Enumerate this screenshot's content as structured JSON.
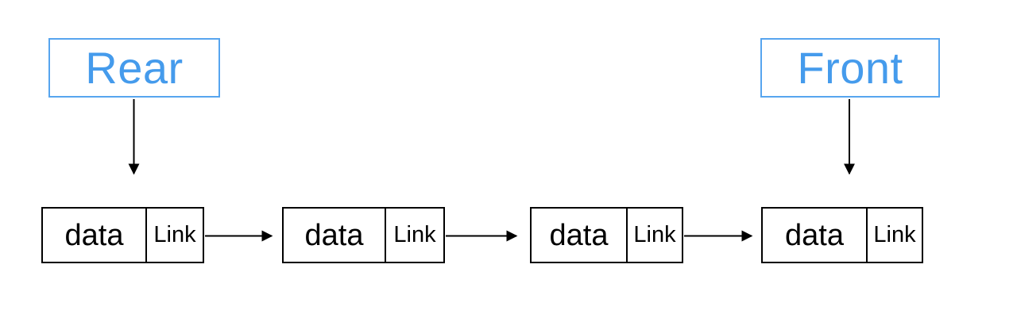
{
  "diagram": {
    "type": "singly-linked-list-queue",
    "pointers": {
      "rear": "Rear",
      "front": "Front"
    },
    "nodes": [
      {
        "data": "data",
        "link": "Link"
      },
      {
        "data": "data",
        "link": "Link"
      },
      {
        "data": "data",
        "link": "Link"
      },
      {
        "data": "data",
        "link": "Link"
      }
    ],
    "colors": {
      "pointer_text": "#459bec",
      "pointer_border": "#57a5ef",
      "node_border": "#000000",
      "arrow": "#000000",
      "background": "#ffffff"
    }
  }
}
